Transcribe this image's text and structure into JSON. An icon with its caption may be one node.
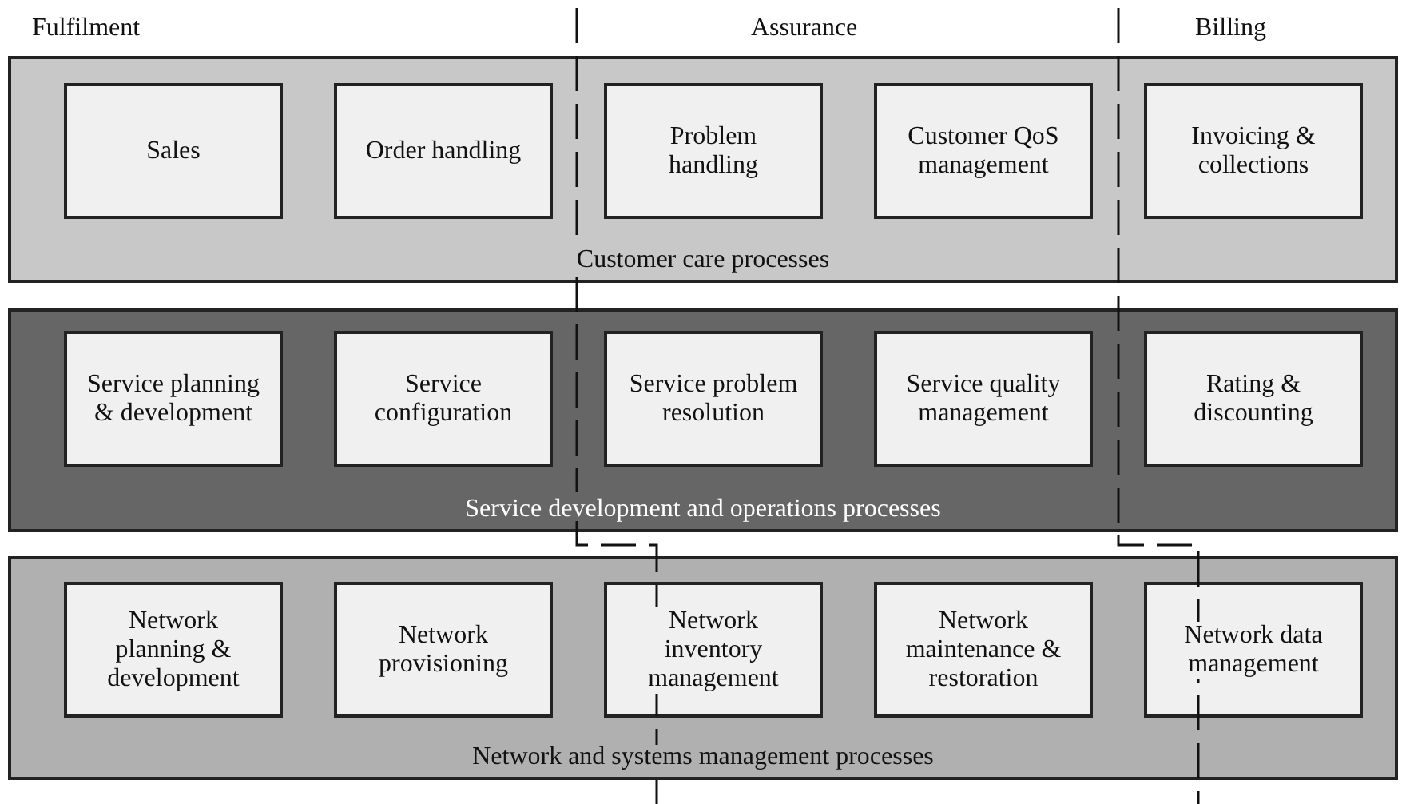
{
  "diagram": {
    "nodes": [
      {
        "text": [
          "Customer care processes"
        ]
      },
      {
        "text": [
          "Sales"
        ],
        "in": 0
      },
      {
        "text": [
          "Order handling"
        ],
        "in": 0
      },
      {
        "text": [
          "Problem handling"
        ],
        "in": 0
      },
      {
        "text": [
          "Customer QoS management"
        ],
        "in": 0
      },
      {
        "text": [
          "Invoicing & collections"
        ],
        "in": 0
      },
      {
        "text": [
          "Service development and operations processes"
        ]
      },
      {
        "text": [
          "Service planning & development"
        ],
        "in": 6
      },
      {
        "text": [
          "Service configuration"
        ],
        "in": 6
      },
      {
        "text": [
          "Service problem resolution"
        ],
        "in": 6
      },
      {
        "text": [
          "Service quality management"
        ],
        "in": 6
      },
      {
        "text": [
          "Rating & discounting"
        ],
        "in": 6
      },
      {
        "text": [
          "Network and systems management processes"
        ]
      },
      {
        "text": [
          "Network planning & development"
        ],
        "in": 12
      },
      {
        "text": [
          "Network provisioning"
        ],
        "in": 12
      },
      {
        "text": [
          "Network inventory management"
        ],
        "in": 12
      },
      {
        "text": [
          "Network maintenance & restoration"
        ],
        "in": 12
      },
      {
        "text": [
          "Network data management"
        ],
        "in": 12
      }
    ],
    "edges": [],
    "labels": [
      "Fulfilment",
      "Assurance",
      "Billing"
    ]
  }
}
